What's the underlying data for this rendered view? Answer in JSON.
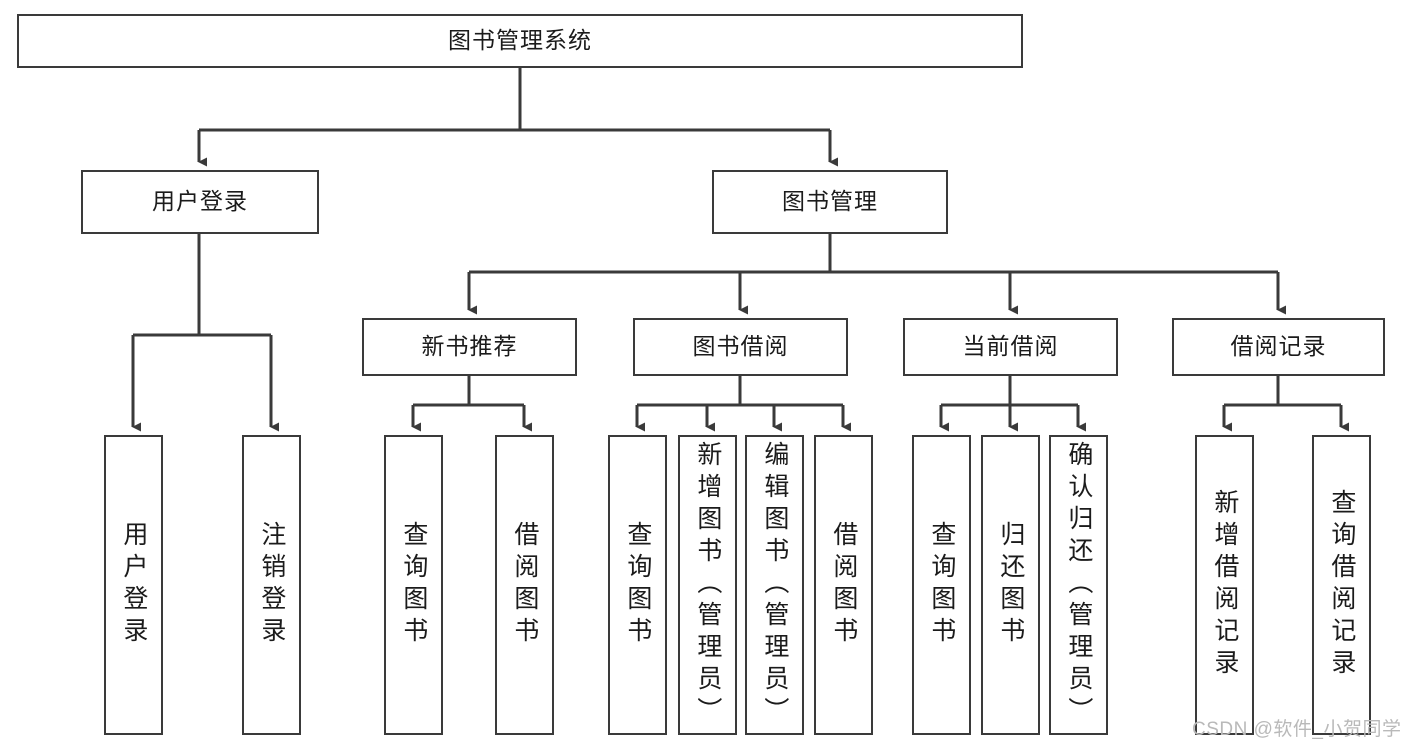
{
  "diagram": {
    "title": "图书管理系统",
    "type": "tree-hierarchy-diagram",
    "colors": {
      "background": "#ffffff",
      "box_border": "#3a3a3a",
      "box_fill": "#ffffff",
      "connector": "#3a3a3a",
      "text": "#1b1b1b",
      "watermark": "#b9b9b9"
    },
    "root": {
      "label": "图书管理系统"
    },
    "level2": [
      {
        "label": "用户登录"
      },
      {
        "label": "图书管理"
      }
    ],
    "level3": [
      {
        "label": "新书推荐"
      },
      {
        "label": "图书借阅"
      },
      {
        "label": "当前借阅"
      },
      {
        "label": "借阅记录"
      }
    ],
    "leaves": {
      "user_login": [
        {
          "label": "用户登录"
        },
        {
          "label": "注销登录"
        }
      ],
      "new_book_recommend": [
        {
          "label": "查询图书"
        },
        {
          "label": "借阅图书"
        }
      ],
      "book_borrow": [
        {
          "label": "查询图书"
        },
        {
          "label": "新增图书（管理员）"
        },
        {
          "label": "编辑图书（管理员）"
        },
        {
          "label": "借阅图书"
        }
      ],
      "current_borrow": [
        {
          "label": "查询图书"
        },
        {
          "label": "归还图书"
        },
        {
          "label": "确认归还（管理员）"
        }
      ],
      "borrow_record": [
        {
          "label": "新增借阅记录"
        },
        {
          "label": "查询借阅记录"
        }
      ]
    },
    "watermark": "CSDN @软件_小贺同学"
  }
}
